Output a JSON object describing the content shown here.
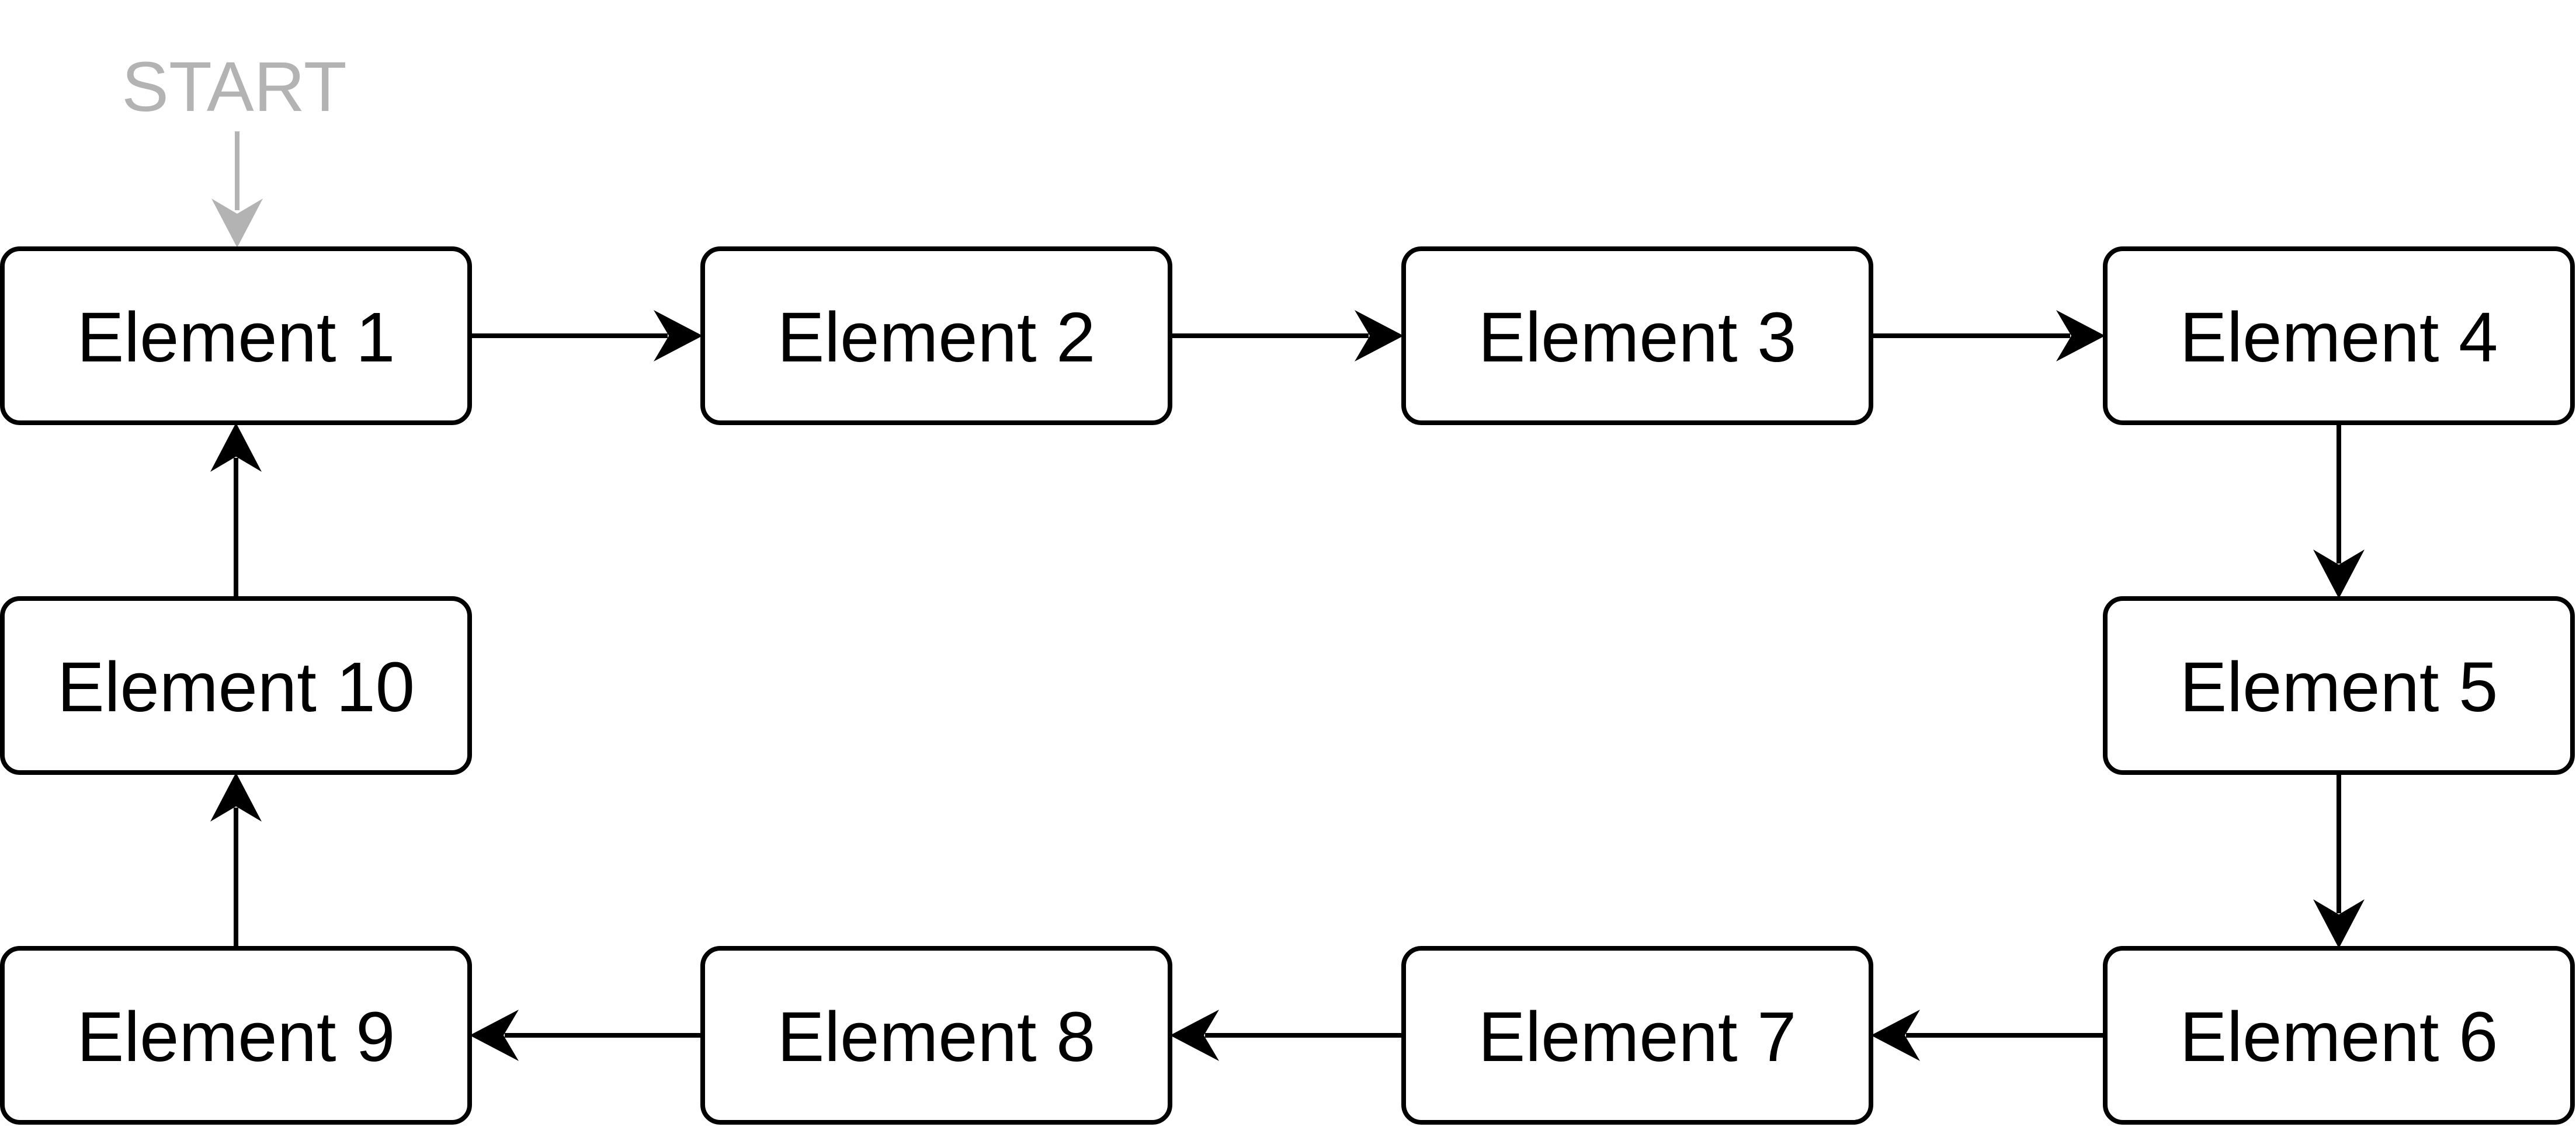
{
  "diagram": {
    "start_label": "START",
    "start_color": "#b3b3b3",
    "line_color": "#000000",
    "nodes": [
      {
        "id": "n1",
        "label": "Element 1"
      },
      {
        "id": "n2",
        "label": "Element 2"
      },
      {
        "id": "n3",
        "label": "Element 3"
      },
      {
        "id": "n4",
        "label": "Element 4"
      },
      {
        "id": "n5",
        "label": "Element 5"
      },
      {
        "id": "n6",
        "label": "Element 6"
      },
      {
        "id": "n7",
        "label": "Element 7"
      },
      {
        "id": "n8",
        "label": "Element 8"
      },
      {
        "id": "n9",
        "label": "Element 9"
      },
      {
        "id": "n10",
        "label": "Element 10"
      }
    ],
    "edges": [
      {
        "from": "n1",
        "to": "n2"
      },
      {
        "from": "n2",
        "to": "n3"
      },
      {
        "from": "n3",
        "to": "n4"
      },
      {
        "from": "n4",
        "to": "n5"
      },
      {
        "from": "n5",
        "to": "n6"
      },
      {
        "from": "n6",
        "to": "n7"
      },
      {
        "from": "n7",
        "to": "n8"
      },
      {
        "from": "n8",
        "to": "n9"
      },
      {
        "from": "n9",
        "to": "n10"
      },
      {
        "from": "n10",
        "to": "n1"
      }
    ]
  }
}
